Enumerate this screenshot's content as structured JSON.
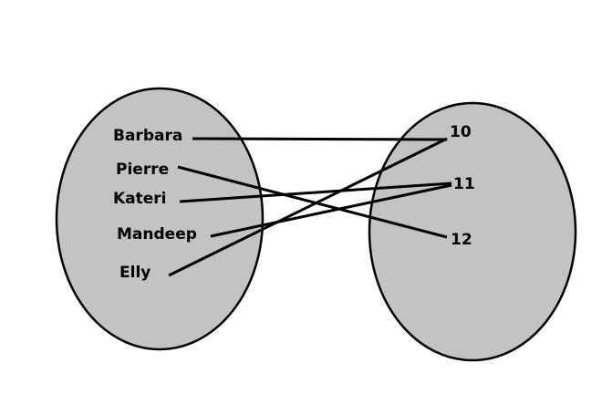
{
  "domain_set": {
    "items": [
      "Barbara",
      "Pierre",
      "Kateri",
      "Mandeep",
      "Elly"
    ]
  },
  "range_set": {
    "items": [
      "10",
      "11",
      "12"
    ]
  },
  "mappings": [
    {
      "from": "Barbara",
      "to": "10"
    },
    {
      "from": "Pierre",
      "to": "12"
    },
    {
      "from": "Kateri",
      "to": "11"
    },
    {
      "from": "Mandeep",
      "to": "11"
    },
    {
      "from": "Elly",
      "to": "10"
    }
  ],
  "colors": {
    "set_fill": "#c3c3c3",
    "stroke": "#000000"
  }
}
